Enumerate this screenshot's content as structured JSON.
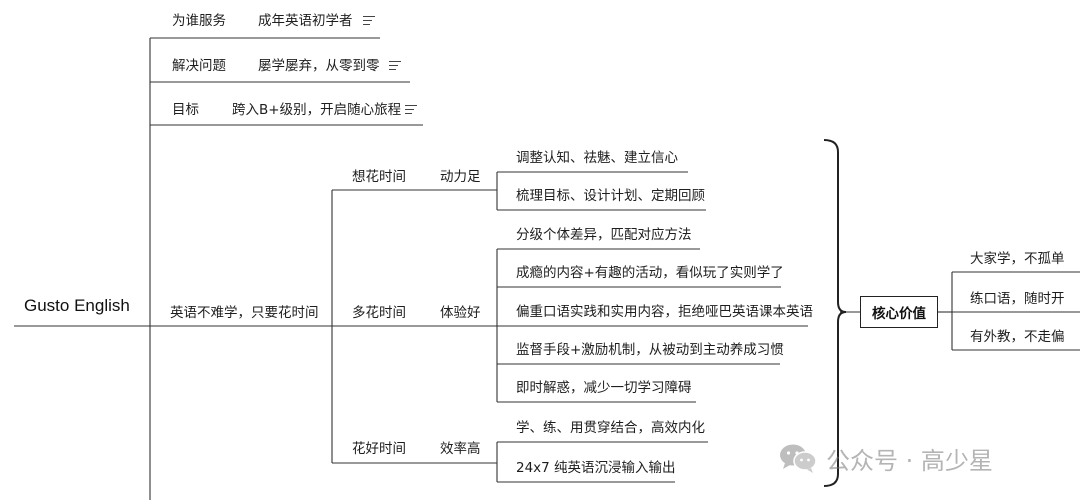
{
  "diagram": {
    "root": {
      "label": "Gusto English"
    },
    "info_rows": [
      {
        "category": "为谁服务",
        "value": "成年英语初学者",
        "has_note": true
      },
      {
        "category": "解决问题",
        "value": "屡学屡弃，从零到零",
        "has_note": true
      },
      {
        "category": "目标",
        "value": "跨入B+级别，开启随心旅程",
        "has_note": true
      }
    ],
    "main_branch": {
      "label": "英语不难学，只要花时间",
      "groups": [
        {
          "time_label": "想花时间",
          "quality_label": "动力足",
          "items": [
            "调整认知、祛魅、建立信心",
            "梳理目标、设计计划、定期回顾"
          ]
        },
        {
          "time_label": "多花时间",
          "quality_label": "体验好",
          "items": [
            "分级个体差异，匹配对应方法",
            "成瘾的内容+有趣的活动，看似玩了实则学了",
            "偏重口语实践和实用内容，拒绝哑巴英语课本英语",
            "监督手段+激励机制，从被动到主动养成习惯",
            "即时解惑，减少一切学习障碍"
          ]
        },
        {
          "time_label": "花好时间",
          "quality_label": "效率高",
          "items": [
            "学、练、用贯穿结合，高效内化",
            "24x7 纯英语沉浸输入输出"
          ]
        }
      ]
    },
    "summary": {
      "label": "核心价值",
      "points": [
        "大家学，不孤单",
        "练口语，随时开",
        "有外教，不走偏"
      ]
    },
    "watermark": {
      "text": "公众号 · 高少星",
      "icon": "wechat-icon"
    }
  }
}
